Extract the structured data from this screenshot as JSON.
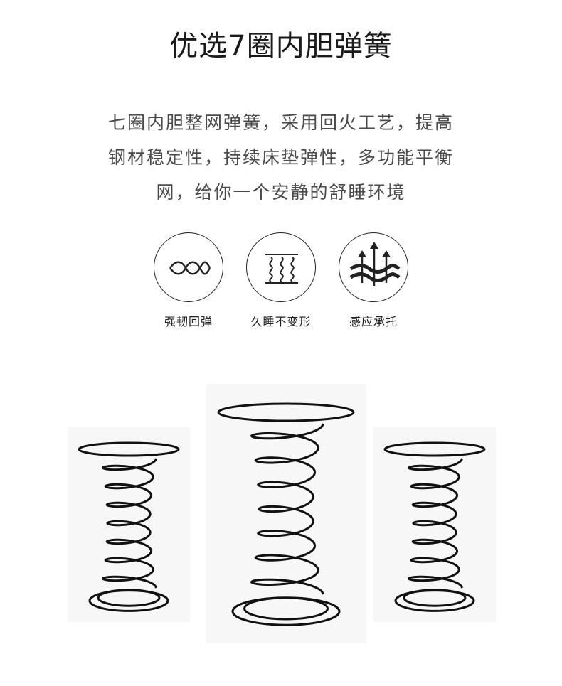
{
  "title": "优选7圈内胆弹簧",
  "description": {
    "lines": [
      "七圈内胆整网弹簧，采用回火工艺，提高",
      "钢材稳定性，持续床垫弹性，多功能平衡",
      "网，给你一个安静的舒睡环境"
    ]
  },
  "features": [
    {
      "label": "强韧回弹",
      "icon": "wave-coil-icon"
    },
    {
      "label": "久睡不变形",
      "icon": "spring-stack-icon"
    },
    {
      "label": "感应承托",
      "icon": "support-arrows-icon"
    }
  ],
  "springs": [
    {
      "name": "left-spring"
    },
    {
      "name": "center-spring"
    },
    {
      "name": "right-spring"
    }
  ]
}
